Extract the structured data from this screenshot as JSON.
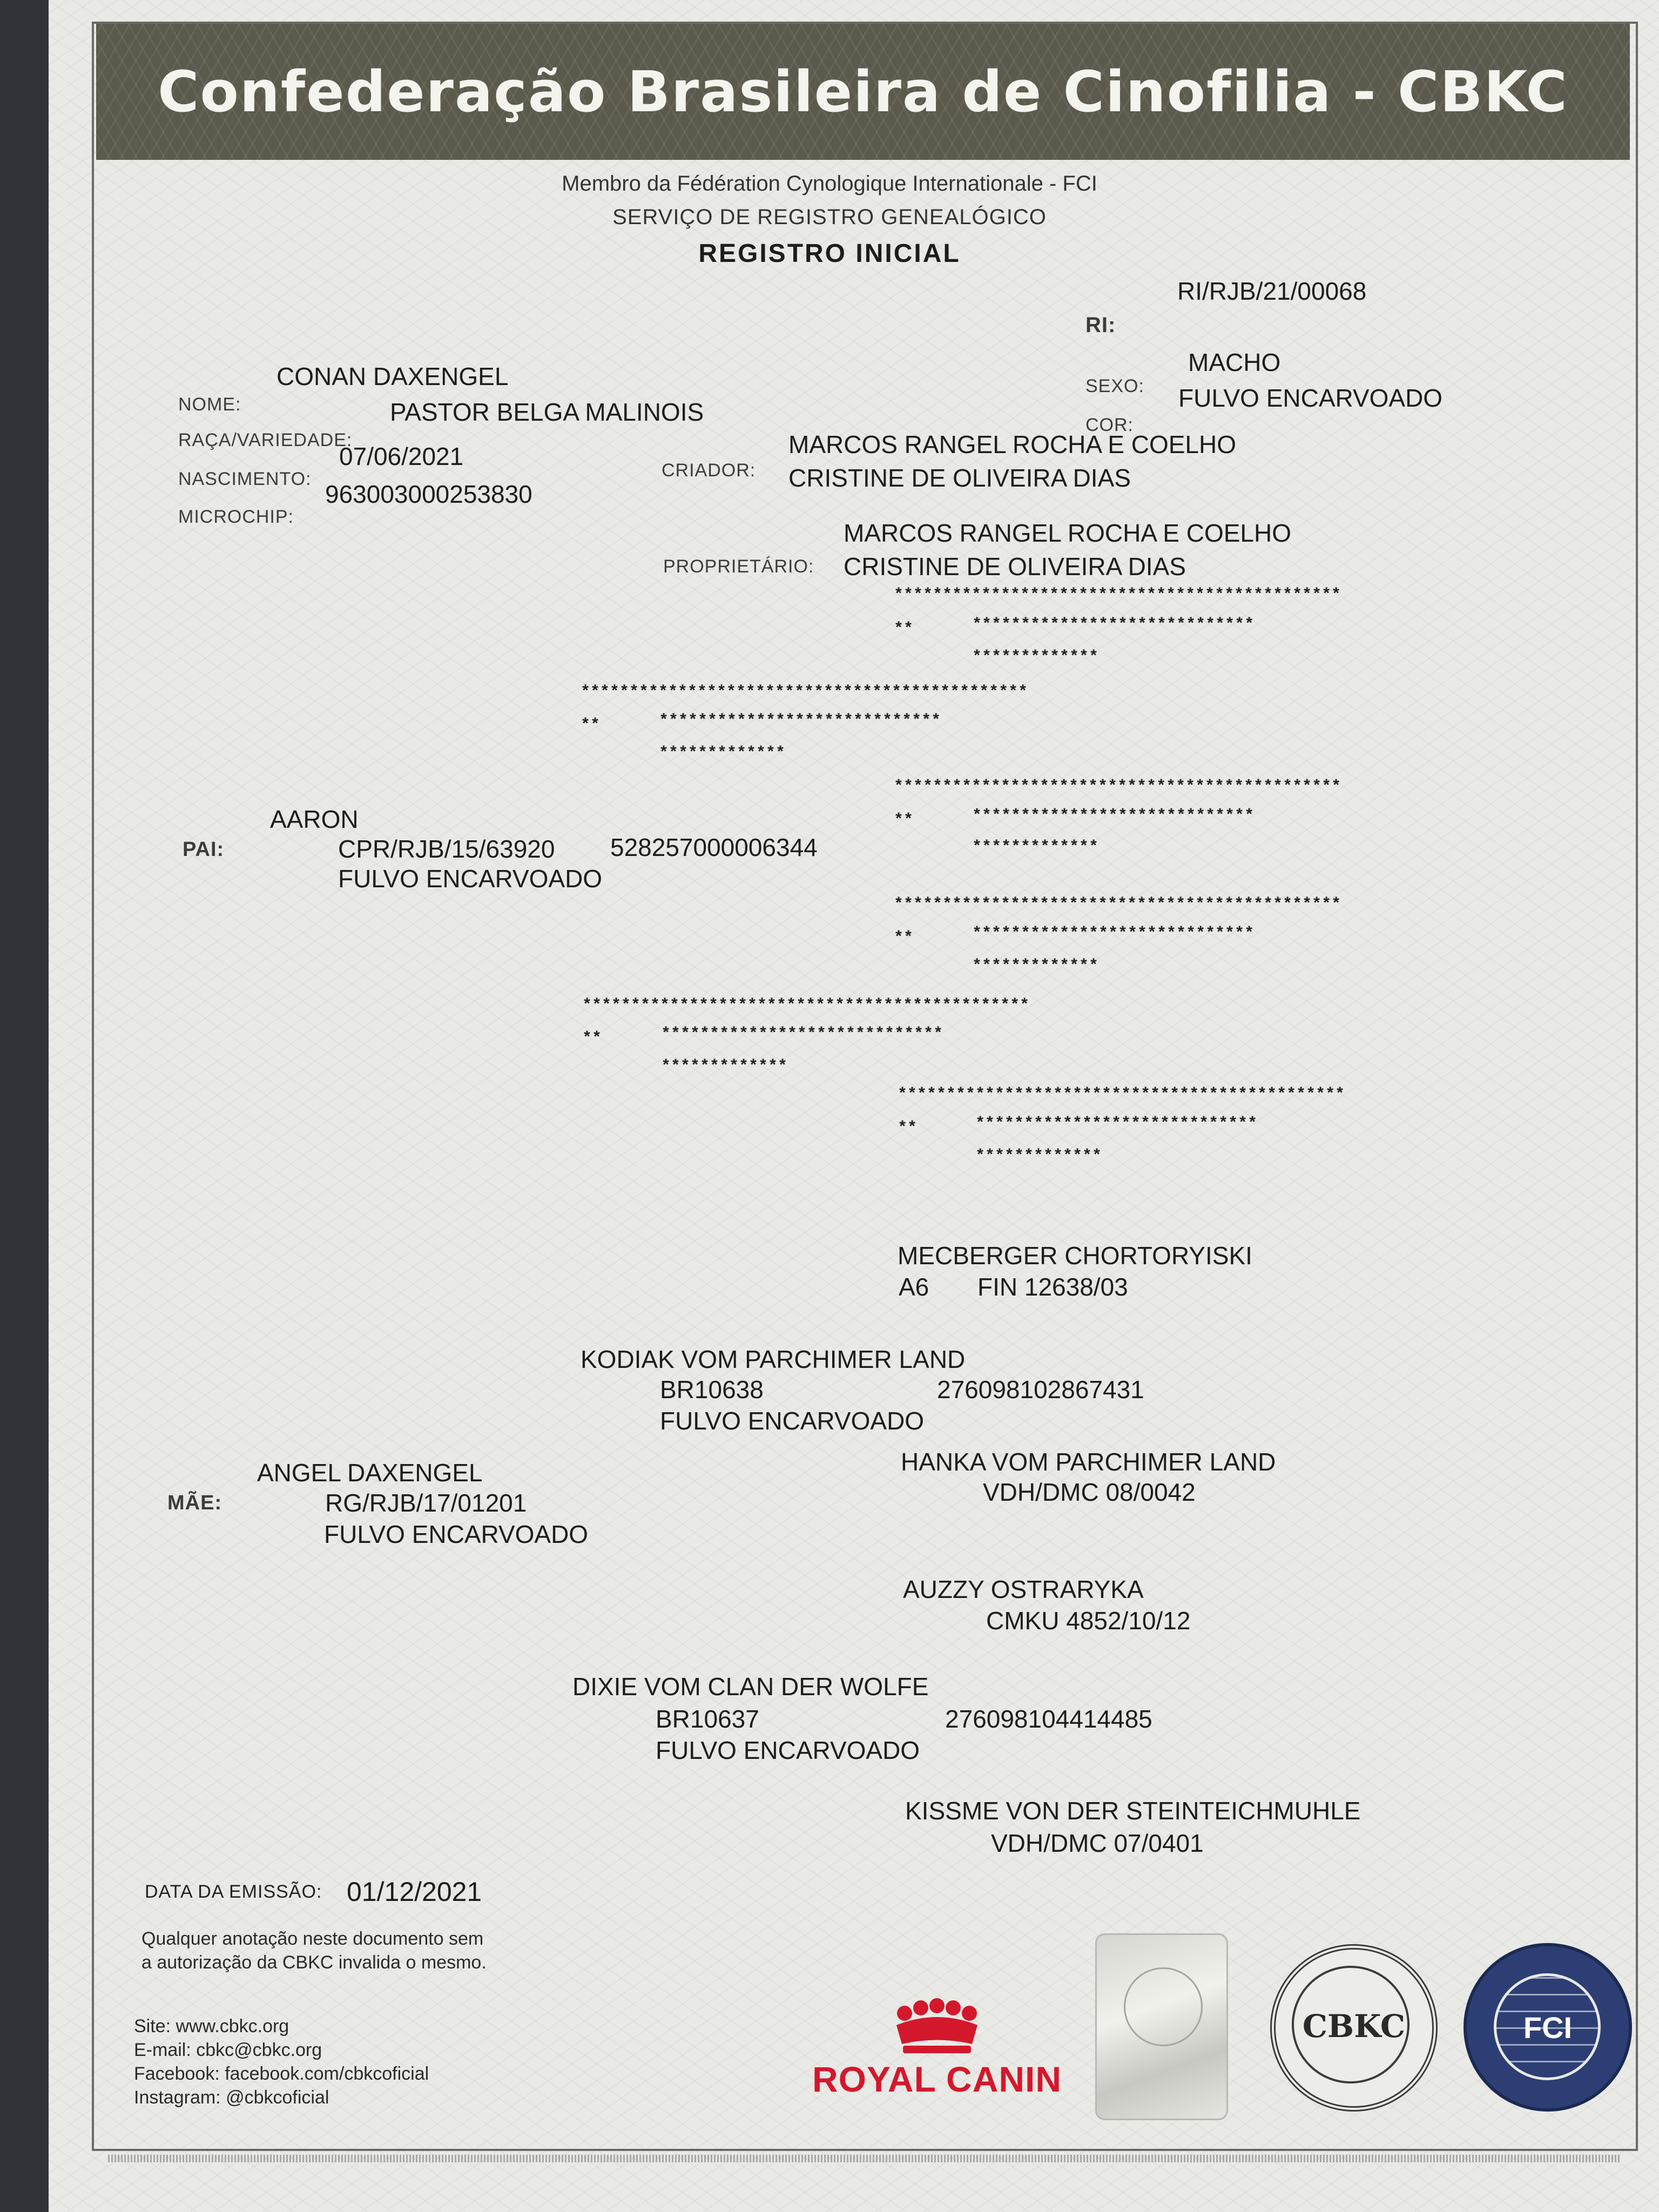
{
  "header": {
    "title": "Confederação Brasileira de Cinofilia - CBKC",
    "membro": "Membro da Fédération Cynologique Internationale - FCI",
    "servico": "SERVIÇO DE REGISTRO GENEALÓGICO",
    "registro": "REGISTRO INICIAL"
  },
  "dog": {
    "ri_label": "RI:",
    "ri_value": "RI/RJB/21/00068",
    "nome_label": "NOME:",
    "nome_value": "CONAN DAXENGEL",
    "raca_label": "RAÇA/VARIEDADE:",
    "raca_value": "PASTOR BELGA MALINOIS",
    "nascimento_label": "NASCIMENTO:",
    "nascimento_value": "07/06/2021",
    "microchip_label": "MICROCHIP:",
    "microchip_value": "963003000253830",
    "sexo_label": "SEXO:",
    "sexo_value": "MACHO",
    "cor_label": "COR:",
    "cor_value": "FULVO ENCARVOADO",
    "criador_label": "CRIADOR:",
    "criador_1": "MARCOS RANGEL ROCHA E COELHO",
    "criador_2": "CRISTINE DE OLIVEIRA DIAS",
    "proprietario_label": "PROPRIETÁRIO:",
    "proprietario_1": "MARCOS RANGEL ROCHA E COELHO",
    "proprietario_2": "CRISTINE DE OLIVEIRA DIAS"
  },
  "pedigree": {
    "pai_label": "PAI:",
    "pai_name": "AARON",
    "pai_reg": "CPR/RJB/15/63920",
    "pai_chip": "528257000006344",
    "pai_color": "FULVO ENCARVOADO",
    "mae_label": "MÃE:",
    "mae_name": "ANGEL DAXENGEL",
    "mae_reg": "RG/RJB/17/01201",
    "mae_color": "FULVO ENCARVOADO",
    "mgf_name": "KODIAK VOM PARCHIMER LAND",
    "mgf_reg": "BR10638",
    "mgf_chip": "276098102867431",
    "mgf_color": "FULVO ENCARVOADO",
    "mgm_name": "DIXIE VOM CLAN DER WOLFE",
    "mgm_reg": "BR10637",
    "mgm_chip": "276098104414485",
    "mgm_color": "FULVO ENCARVOADO",
    "g1_name": "MECBERGER CHORTORYISKI",
    "g1_a": "A6",
    "g1_reg": "FIN 12638/03",
    "g2_name": "HANKA VOM PARCHIMER LAND",
    "g2_reg": "VDH/DMC 08/0042",
    "g3_name": "AUZZY OSTRARYKA",
    "g3_reg": "CMKU 4852/10/12",
    "g4_name": "KISSME VON DER STEINTEICHMUHLE",
    "g4_reg": "VDH/DMC 07/0401",
    "s_long": "**********************************************",
    "s_mid": "*****************************",
    "s_short": "*************",
    "s_two": "**"
  },
  "footer": {
    "emissao_label": "DATA DA EMISSÃO:",
    "emissao_value": "01/12/2021",
    "aviso_1": "Qualquer anotação neste documento sem",
    "aviso_2": "a autorização da CBKC invalida o mesmo.",
    "site": "Site: www.cbkc.org",
    "email": "E-mail: cbkc@cbkc.org",
    "facebook": "Facebook: facebook.com/cbkcoficial",
    "instagram": "Instagram: @cbkcoficial",
    "sponsor": "ROYAL CANIN",
    "cbkc_seal": "CBKC",
    "fci_seal": "FCI"
  },
  "colors": {
    "banner": "#5b5a4d",
    "royal_canin_red": "#d3182c",
    "fci_blue": "#2c3e73"
  }
}
